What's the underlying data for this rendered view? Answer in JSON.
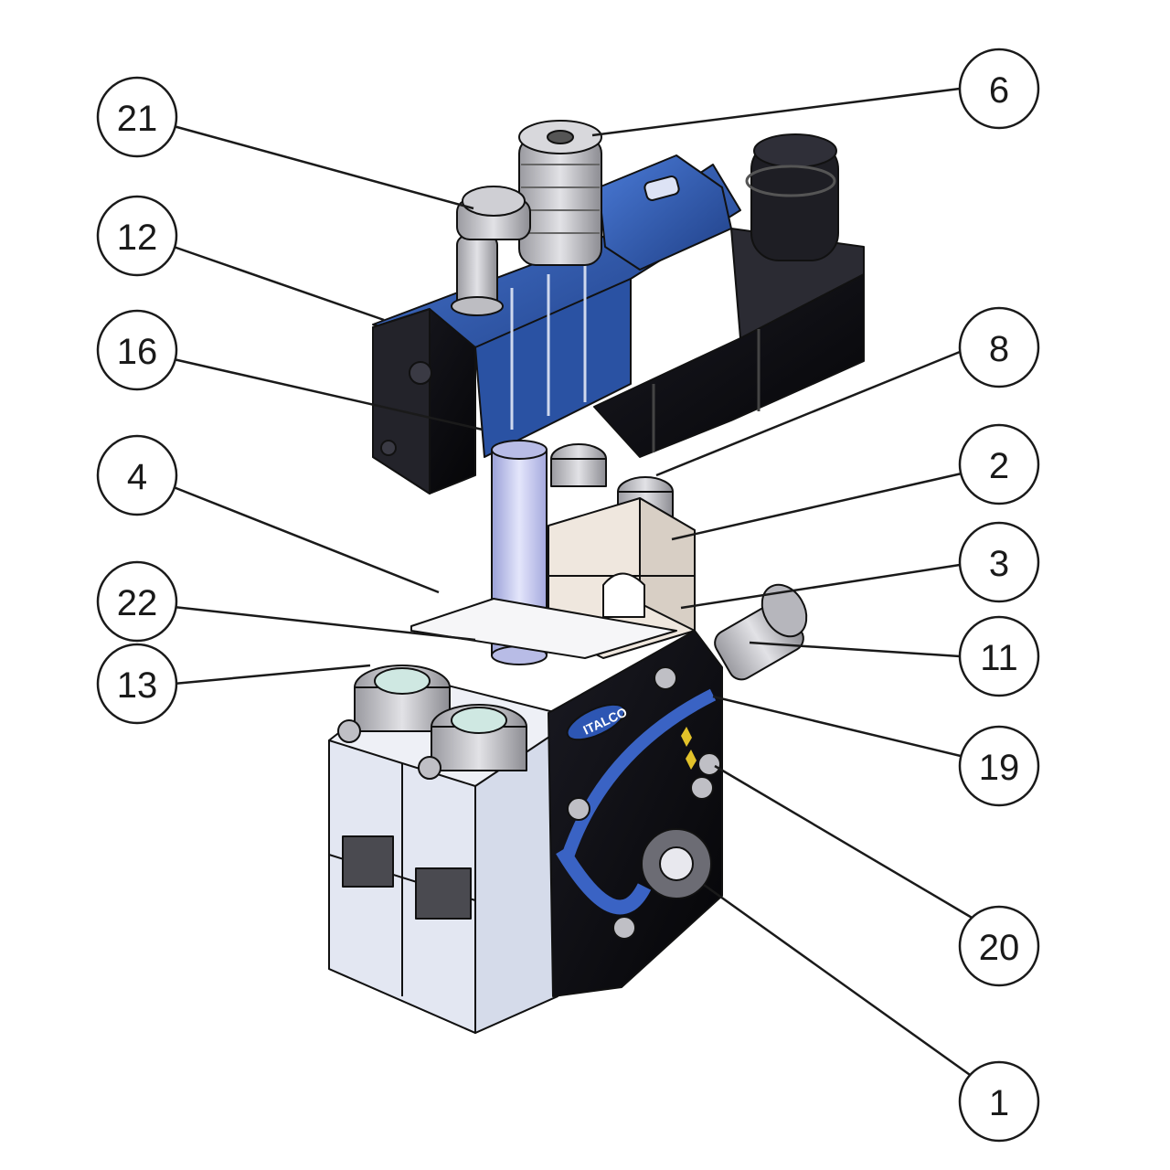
{
  "diagram": {
    "kind": "exploded assembly drawing with numbered part callouts",
    "colors": {
      "valve_blue": "#2f5bb0",
      "solenoid_black": "#1b1b1f",
      "body_white": "#eef0f6",
      "body_dark": "#0d0d12",
      "clamp_beige": "#efe7de",
      "tube_lavender": "#c9cdef",
      "leader_line": "#1a1a1a"
    },
    "body_logo_text": "ITALCO",
    "callouts": [
      {
        "id": "c21",
        "label": "21"
      },
      {
        "id": "c6",
        "label": "6"
      },
      {
        "id": "c12",
        "label": "12"
      },
      {
        "id": "c16",
        "label": "16"
      },
      {
        "id": "c8",
        "label": "8"
      },
      {
        "id": "c4",
        "label": "4"
      },
      {
        "id": "c2",
        "label": "2"
      },
      {
        "id": "c3",
        "label": "3"
      },
      {
        "id": "c22",
        "label": "22"
      },
      {
        "id": "c11",
        "label": "11"
      },
      {
        "id": "c13",
        "label": "13"
      },
      {
        "id": "c19",
        "label": "19"
      },
      {
        "id": "c20",
        "label": "20"
      },
      {
        "id": "c1",
        "label": "1"
      }
    ]
  }
}
